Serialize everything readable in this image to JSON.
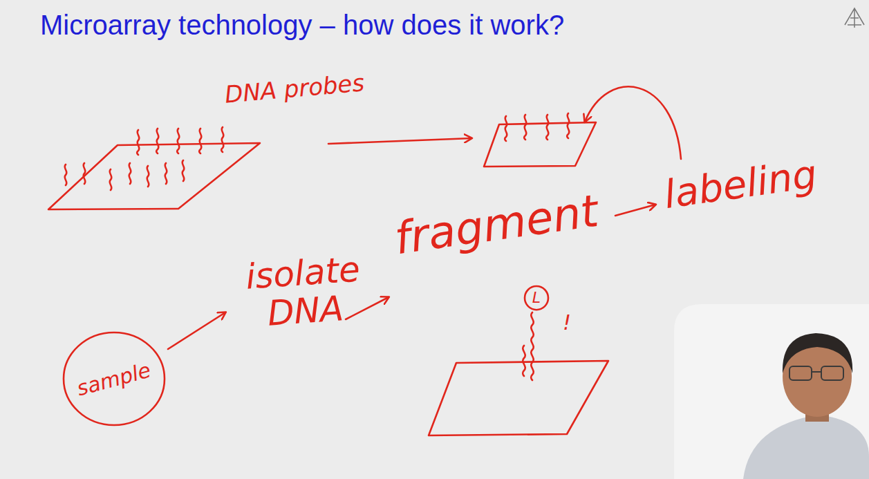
{
  "diagram": {
    "title": "Microarray technology – how does it work?",
    "nodes": [
      {
        "text": [
          "sample"
        ]
      },
      {
        "text": [
          "L"
        ]
      }
    ],
    "labels": [
      "DNA probes",
      "isolate DNA",
      "fragment",
      "labeling",
      "!"
    ]
  }
}
